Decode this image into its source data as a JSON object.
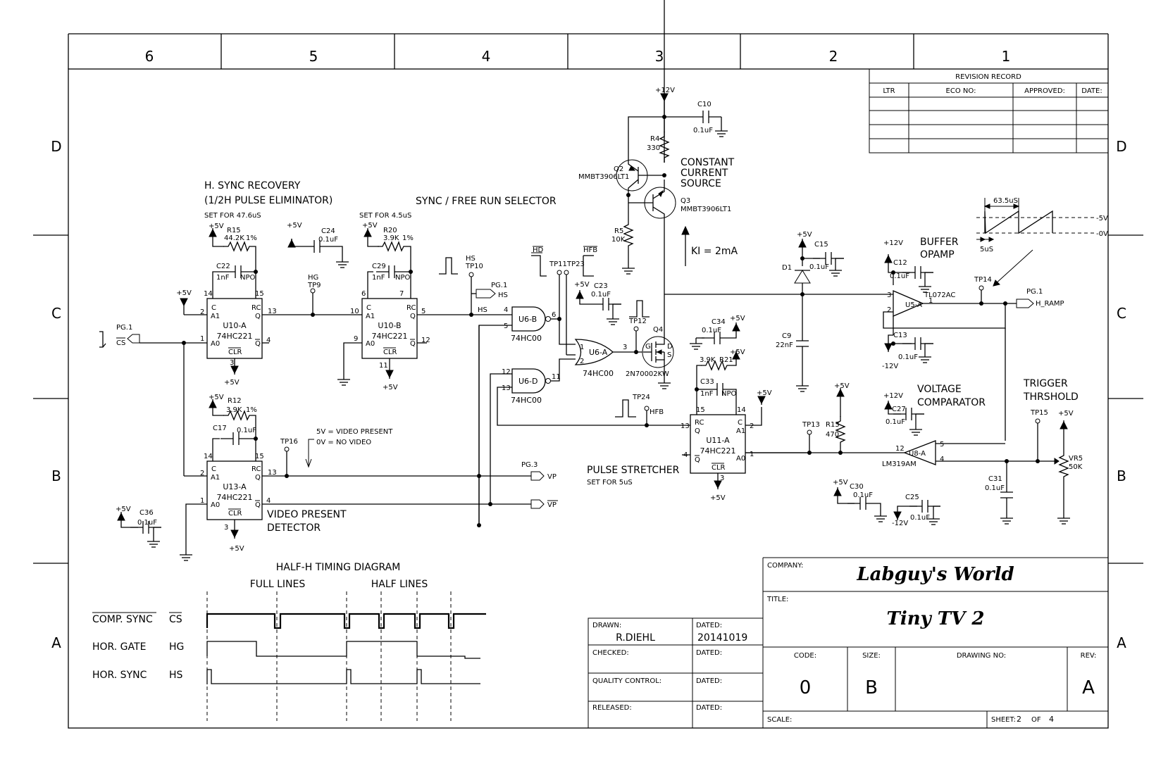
{
  "zones": {
    "cols": [
      "6",
      "5",
      "4",
      "3",
      "2",
      "1"
    ],
    "rows": [
      "D",
      "C",
      "B",
      "A"
    ]
  },
  "revision_block": {
    "title": "REVISION RECORD",
    "col_ltr": "LTR",
    "col_eco": "ECO NO:",
    "col_approved": "APPROVED:",
    "col_date": "DATE:"
  },
  "title_block": {
    "company_label": "COMPANY:",
    "company": "Labguy's World",
    "title_label": "TITLE:",
    "title": "Tiny TV 2",
    "drawn_label": "DRAWN:",
    "drawn_by": "R.DIEHL",
    "dated_label": "DATED:",
    "drawn_date": "20141019",
    "checked_label": "CHECKED:",
    "qc_label": "QUALITY CONTROL:",
    "released_label": "RELEASED:",
    "code_label": "CODE:",
    "code": "0",
    "size_label": "SIZE:",
    "size": "B",
    "drawing_no_label": "DRAWING NO:",
    "rev_label": "REV:",
    "rev": "A",
    "scale_label": "SCALE:",
    "sheet_label": "SHEET:",
    "sheet": "2",
    "of_label": "OF",
    "sheet_total": "4"
  },
  "headings": {
    "hsync_title": "H. SYNC RECOVERY",
    "hsync_sub": "(1/2H PULSE ELIMINATOR)",
    "set_47": "SET FOR 47.6uS",
    "set_45": "SET FOR 4.5uS",
    "sync_sel": "SYNC / FREE RUN SELECTOR",
    "ccs1": "CONSTANT",
    "ccs2": "CURRENT",
    "ccs3": "SOURCE",
    "ki": "KI = 2mA",
    "buf1": "BUFFER",
    "buf2": "OPAMP",
    "vc1": "VOLTAGE",
    "vc2": "COMPARATOR",
    "tt1": "TRIGGER",
    "tt2": "THRSHOLD",
    "ps": "PULSE STRETCHER",
    "set_5": "SET FOR 5uS",
    "vpd1": "VIDEO PRESENT",
    "vpd2": "DETECTOR",
    "vp_note1": "5V = VIDEO PRESENT",
    "vp_note2": "0V = NO VIDEO"
  },
  "timing": {
    "title": "HALF-H TIMING DIAGRAM",
    "full": "FULL LINES",
    "half": "HALF LINES",
    "rows": [
      {
        "name": "COMP. SYNC",
        "abbr": "CS"
      },
      {
        "name": "HOR. GATE",
        "abbr": "HG"
      },
      {
        "name": "HOR. SYNC",
        "abbr": "HS"
      }
    ]
  },
  "ramp": {
    "period": "63.5uS",
    "high": "-5V",
    "low": "-0V",
    "width": "5uS"
  },
  "labels": {
    "p5v": "+5V",
    "p12v": "+12V",
    "m12v": "-12V",
    "pg1": "PG.1",
    "pg3": "PG.3",
    "cs": "CS",
    "hs": "HS",
    "hg": "HG",
    "vp": "VP",
    "vpn": "VP",
    "hfb": "HFB",
    "hd": "HD",
    "h_ramp": "H_RAMP",
    "u10a": "U10-A",
    "u10b": "U10-B",
    "u13a": "U13-A",
    "u11a": "U11-A",
    "hc221": "74HC221",
    "hc00": "74HC00",
    "u6a": "U6-A",
    "u6b": "U6-B",
    "u6d": "U6-D",
    "u5a": "U5-A",
    "tl072": "TL072AC",
    "u8a": "U8-A",
    "lm319": "LM319AM",
    "q2": "Q2",
    "q3": "Q3",
    "q4": "Q4",
    "mmbt": "MMBT3906LT1",
    "nmos": "2N70002KW",
    "r4": "R4",
    "r4v": "330",
    "r5": "R5",
    "r5v": "10K",
    "r12": "R12",
    "r12v": "3.9K",
    "r15": "R15",
    "r15v": "44.2K",
    "r20": "R20",
    "r20v": "3.9K",
    "r21": "R21",
    "r21v": "3.9K",
    "r13": "R13",
    "r13v": "470",
    "vr5": "VR5",
    "vr5v": "50K",
    "pct": "1%",
    "c10": "C10",
    "c12": "C12",
    "c13": "C13",
    "c15": "C15",
    "c9": "C9",
    "c22": "C22",
    "c24": "C24",
    "c29": "C29",
    "c17": "C17",
    "c23": "C23",
    "c34": "C34",
    "c33": "C33",
    "c36": "C36",
    "c27": "C27",
    "c30": "C30",
    "c25": "C25",
    "c31": "C31",
    "v01uf": "0.1uF",
    "v1nf": "1nF",
    "npo": "NPO",
    "v22nf": "22nF",
    "d1": "D1",
    "tp9": "TP9",
    "tp10": "TP10",
    "tp11": "TP11",
    "tp12": "TP12",
    "tp13": "TP13",
    "tp14": "TP14",
    "tp15": "TP15",
    "tp16": "TP16",
    "tp23": "TP23",
    "tp24": "TP24",
    "pin_c": "C",
    "pin_a1": "A1",
    "pin_a0": "A0",
    "pin_rc": "RC",
    "pin_q": "Q",
    "pin_clr": "CLR",
    "pin_g": "G",
    "pin_d": "D",
    "pin_s": "S",
    "n1": "1",
    "n2": "2",
    "n3": "3",
    "n4": "4",
    "n5": "5",
    "n6": "6",
    "n7": "7",
    "n9": "9",
    "n10": "10",
    "n11": "11",
    "n12": "12",
    "n13": "13",
    "n14": "14",
    "n15": "15"
  }
}
